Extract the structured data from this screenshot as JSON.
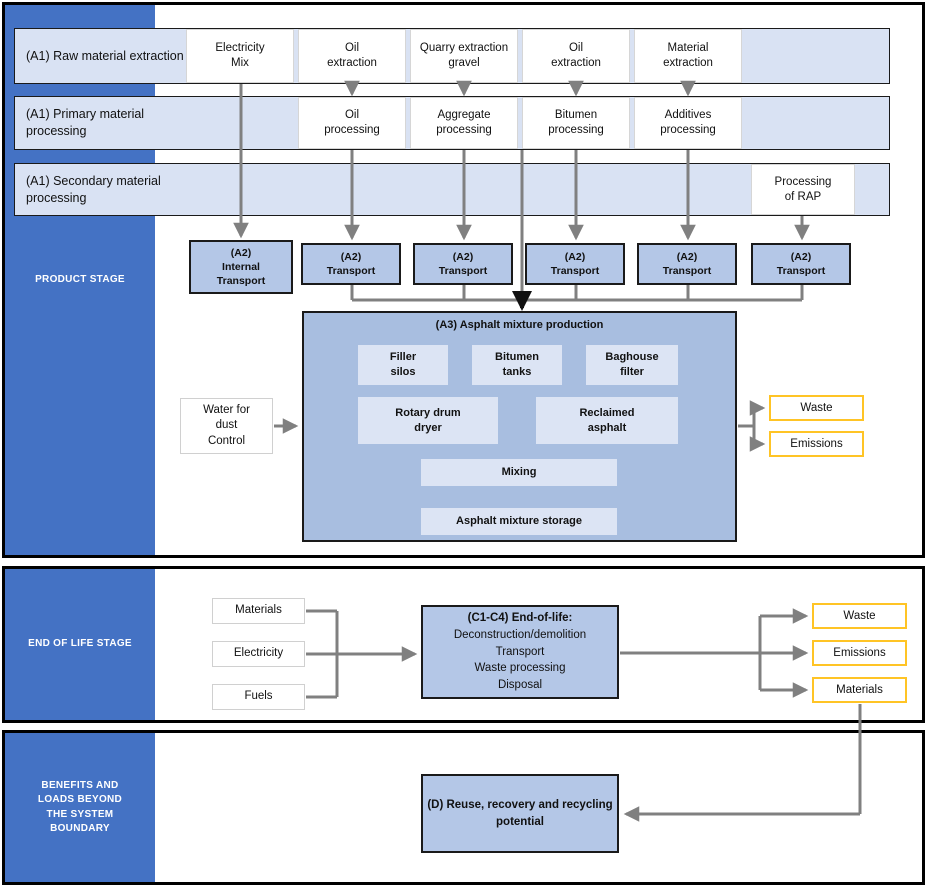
{
  "stages": {
    "product": "PRODUCT STAGE",
    "eol": "END OF LIFE STAGE",
    "beyond": "BENEFITS AND\nLOADS BEYOND\nTHE SYSTEM\nBOUNDARY"
  },
  "bands": [
    {
      "label": "(A1) Raw material extraction"
    },
    {
      "label": "(A1) Primary material processing"
    },
    {
      "label": "(A1) Secondary material processing"
    }
  ],
  "row_a1_extraction": [
    {
      "label": "Electricity\nMix"
    },
    {
      "label": "Oil\nextraction"
    },
    {
      "label": "Quarry extraction\ngravel"
    },
    {
      "label": "Oil\nextraction"
    },
    {
      "label": "Material\nextraction"
    }
  ],
  "row_a1_primary": [
    {
      "label": "Oil\nprocessing"
    },
    {
      "label": "Aggregate\nprocessing"
    },
    {
      "label": "Bitumen\nprocessing"
    },
    {
      "label": "Additives\nprocessing"
    }
  ],
  "row_a1_secondary": [
    {
      "label": "Processing\nof RAP"
    }
  ],
  "row_a2": [
    {
      "label": "(A2)\nInternal\nTransport"
    },
    {
      "label": "(A2)\nTransport"
    },
    {
      "label": "(A2)\nTransport"
    },
    {
      "label": "(A2)\nTransport"
    },
    {
      "label": "(A2)\nTransport"
    },
    {
      "label": "(A2)\nTransport"
    }
  ],
  "a3": {
    "title": "(A3) Asphalt mixture production",
    "units": [
      {
        "label": "Filler\nsilos"
      },
      {
        "label": "Bitumen\ntanks"
      },
      {
        "label": "Baghouse\nfilter"
      },
      {
        "label": "Rotary drum\ndryer"
      },
      {
        "label": "Reclaimed\nasphalt"
      },
      {
        "label": "Mixing"
      },
      {
        "label": "Asphalt mixture storage"
      }
    ]
  },
  "water_box": {
    "label": "Water for\ndust\nControl"
  },
  "product_outputs": [
    {
      "label": "Waste"
    },
    {
      "label": "Emissions"
    }
  ],
  "eol_inputs": [
    {
      "label": "Materials"
    },
    {
      "label": "Electricity"
    },
    {
      "label": "Fuels"
    }
  ],
  "eol_box": {
    "heading": "(C1-C4) End-of-life:",
    "lines": [
      "Deconstruction/demolition",
      "Transport",
      "Waste processing",
      "Disposal"
    ]
  },
  "eol_outputs": [
    {
      "label": "Waste"
    },
    {
      "label": "Emissions"
    },
    {
      "label": "Materials"
    }
  ],
  "d_box": {
    "label": "(D) Reuse, recovery and recycling\npotential"
  },
  "colors": {
    "stage_blue": "#4472C4",
    "band_blue": "#D9E2F3",
    "box_blue": "#B4C7E7",
    "a3_blue": "#A8BEE0",
    "subbox_blue": "#DCE4F4",
    "yellow": "#FFC425",
    "wire_gray": "#808080",
    "frame_black": "#000000"
  }
}
